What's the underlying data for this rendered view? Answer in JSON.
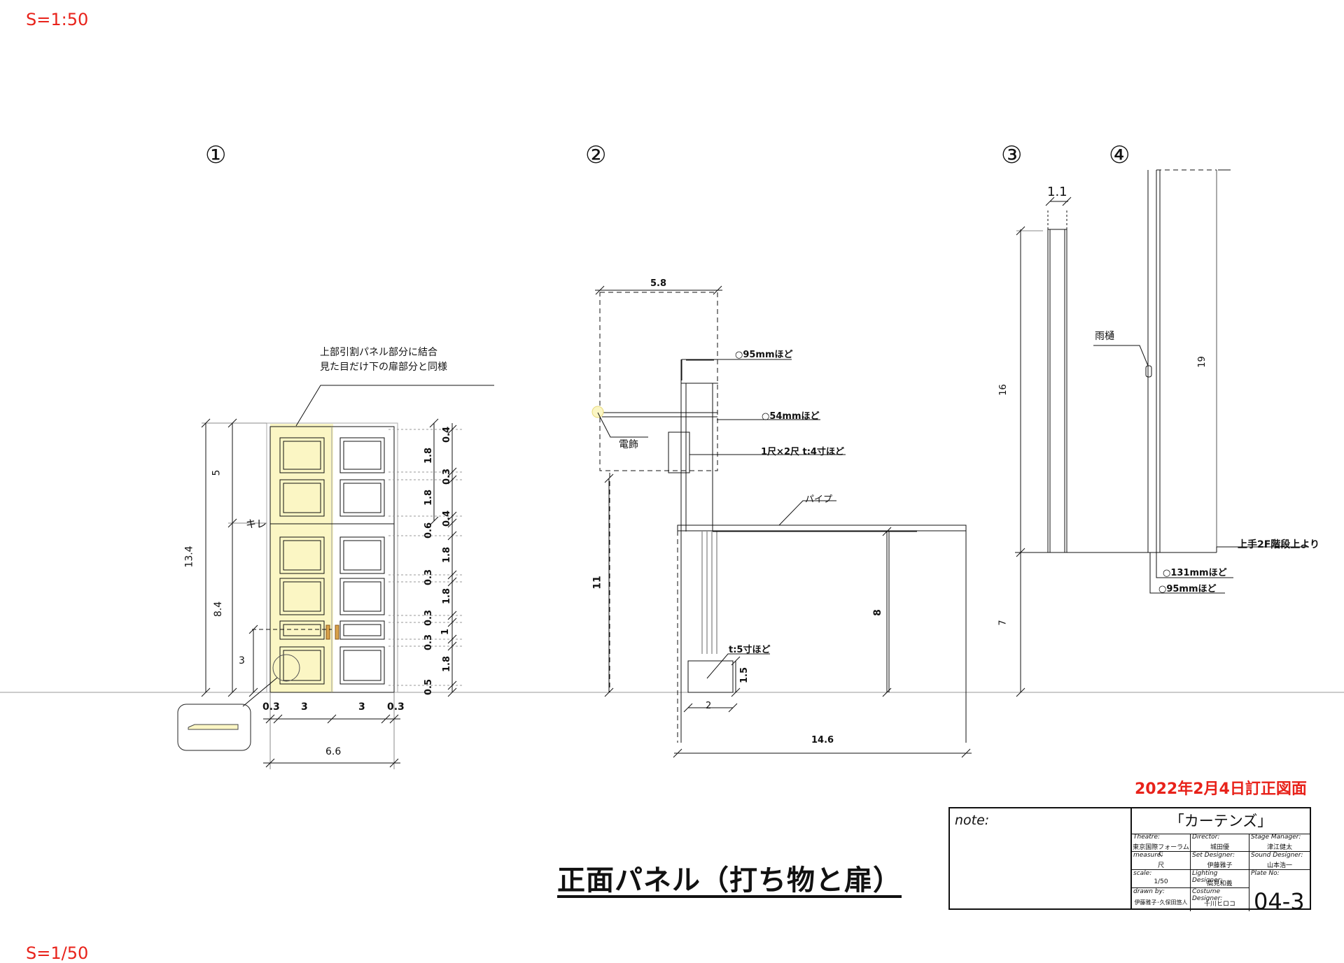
{
  "scale_labels": {
    "top": "S=1:50",
    "bottom": "S=1/50"
  },
  "revision_note": "2022年2月4日訂正図面",
  "main_title": "正面パネル（打ち物と扉）",
  "markers": [
    "①",
    "②",
    "③",
    "④"
  ],
  "figure1": {
    "note_line1": "上部引割パネル部分に結合",
    "note_line2": "見た目だけ下の扉部分と同様",
    "kire_label": "キレ",
    "dims_left": [
      "13.4",
      "5",
      "8.4",
      "3"
    ],
    "dims_right": [
      "0.4",
      "1.8",
      "0.3",
      "1.8",
      "0.4",
      "0.6",
      "1.8",
      "0.3",
      "1.8",
      "0.3",
      "1",
      "0.3",
      "1.8",
      "0.5"
    ],
    "dims_bottom": [
      "0.3",
      "3",
      "3",
      "0.3"
    ],
    "width_total": "6.6"
  },
  "figure2": {
    "dim_top": "5.8",
    "pole_top_note": "○95mmほど",
    "pole_mid_note": "○54mmほど",
    "box_note": "1尺×2尺 t:4寸ほど",
    "lamp_label": "電飾",
    "pipe_label": "パイプ",
    "step_note": "t:5寸ほど",
    "dim_height_left": "11",
    "dim_height_right": "8",
    "step_height": "1.5",
    "step_width": "2",
    "width_total": "14.6"
  },
  "figure3": {
    "dim_width": "1.1",
    "dim_upper": "16",
    "dim_lower": "7"
  },
  "figure4": {
    "gutter_label": "雨樋",
    "dim_height": "19",
    "stage_note": "上手2F階段上より",
    "pipe_note_1": "○131mmほど",
    "pipe_note_2": "○95mmほど"
  },
  "title_block": {
    "note_label": "note:",
    "production": "「カーテンズ」",
    "rows": [
      [
        {
          "label": "Theatre:",
          "value": "東京国際フォーラムC"
        },
        {
          "label": "Director:",
          "value": "城田優"
        },
        {
          "label": "Stage Manager:",
          "value": "津江健太"
        }
      ],
      [
        {
          "label": "measure:",
          "value": "尺"
        },
        {
          "label": "Set Designer:",
          "value": "伊藤雅子"
        },
        {
          "label": "Sound Designer:",
          "value": "山本浩一"
        }
      ],
      [
        {
          "label": "scale:",
          "value": "1/50"
        },
        {
          "label": "Lighting Designer:",
          "value": "高見和義"
        },
        {
          "label": "Plate No:",
          "value": ""
        }
      ],
      [
        {
          "label": "drawn by:",
          "value": "伊藤雅子･久保田悠人"
        },
        {
          "label": "Costume Designer:",
          "value": "十川ヒロコ"
        }
      ]
    ],
    "plate_no": "04-3"
  },
  "colors": {
    "highlight": "#fbf6c4",
    "red": "#e8221a",
    "line": "#111111",
    "thin": "#888888"
  }
}
